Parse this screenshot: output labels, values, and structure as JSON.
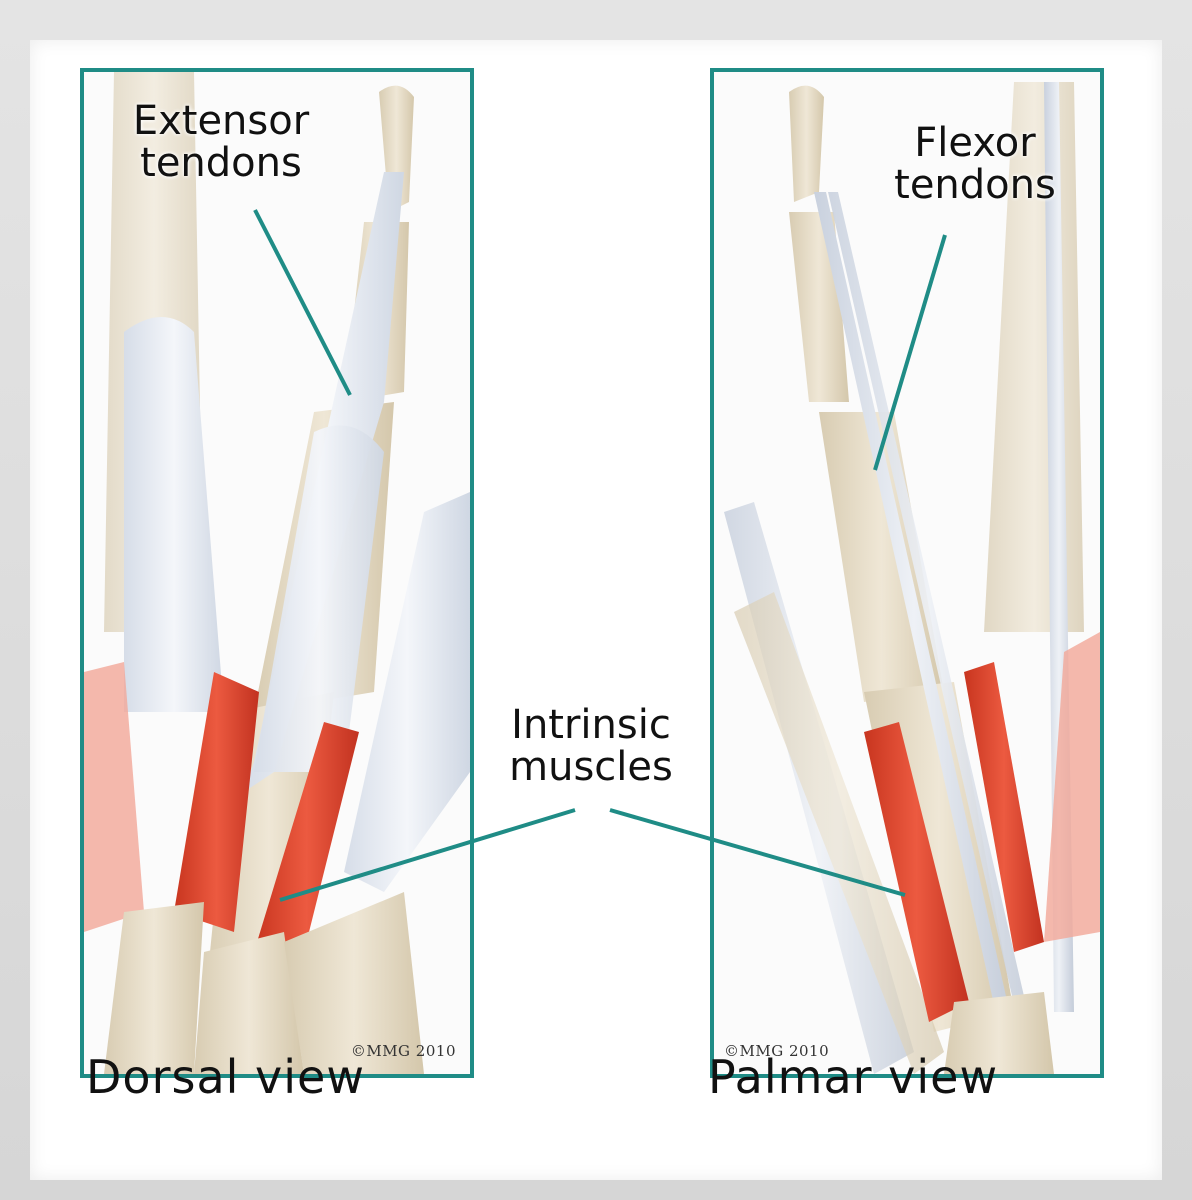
{
  "views": {
    "dorsal": {
      "label": "Dorsal view",
      "copyright": "©MMG 2010"
    },
    "palmar": {
      "label": "Palmar view",
      "copyright": "©MMG 2010"
    }
  },
  "callouts": {
    "extensor_line1": "Extensor",
    "extensor_line2": "tendons",
    "flexor_line1": "Flexor",
    "flexor_line2": "tendons",
    "intrinsic_line1": "Intrinsic",
    "intrinsic_line2": "muscles"
  },
  "colors": {
    "frame": "#1f8c86",
    "bone": "#e6dcc6",
    "tendon": "#e8ecf2",
    "muscle": "#e04a33",
    "muscle_faded": "#f0a193",
    "leader": "#1f8c86"
  }
}
